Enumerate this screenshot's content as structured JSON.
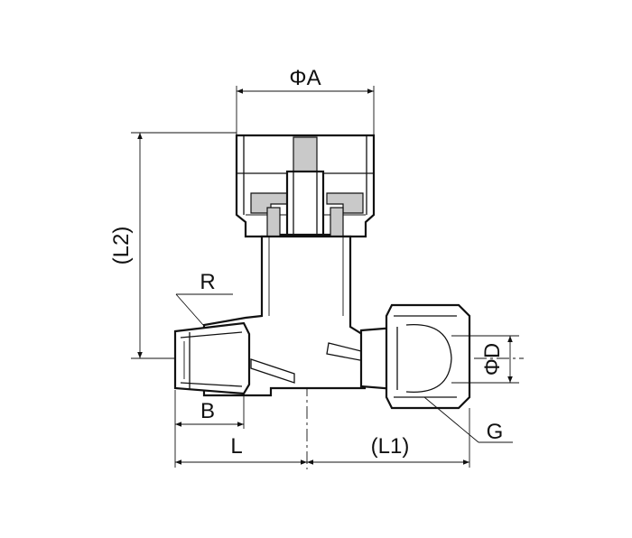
{
  "drawing": {
    "type": "valve-cross-section",
    "labels": {
      "phi_a": "ΦA",
      "l2": "(L2)",
      "r": "R",
      "b": "B",
      "l": "L",
      "l1": "(L1)",
      "phi_d": "ΦD",
      "g": "G"
    }
  },
  "colors": {
    "line": "#111111",
    "background": "#ffffff",
    "shade": "#c9c9c9"
  }
}
